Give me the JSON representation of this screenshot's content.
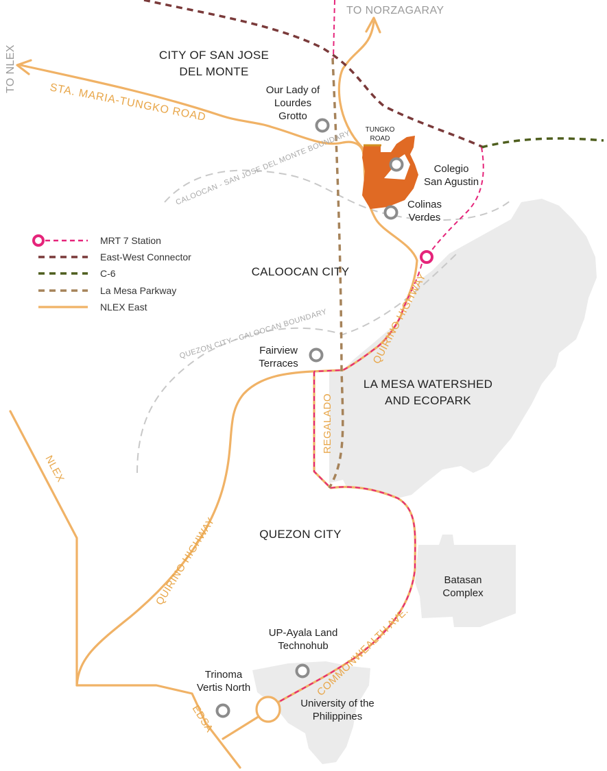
{
  "map": {
    "regions": {
      "san_jose": [
        "CITY OF SAN JOSE",
        "DEL MONTE"
      ],
      "caloocan": "CALOOCAN CITY",
      "quezon": "QUEZON CITY",
      "watershed": [
        "LA MESA WATERSHED",
        "AND ECOPARK"
      ]
    },
    "roads": {
      "to_norzagaray": "TO NORZAGARAY",
      "to_nlex": "TO NLEX",
      "sta_maria": "STA. MARIA-TUNGKO ROAD",
      "tungko": [
        "TUNGKO",
        "ROAD"
      ],
      "quirino_north": "QUIRINO HIGHWAY",
      "quirino_south": "QUIRINO HIGHWAY",
      "regalado": "REGALADO",
      "nlex": "NLEX",
      "commonwealth": "COMMONWEALTH AVE.",
      "edsa": "EDSA"
    },
    "boundaries": {
      "caloocan_sjdm": "CALOOCAN - SAN JOSE DEL MONTE BOUNDARY",
      "qc_caloocan": "QUEZON CITY - CALOOCAN BOUNDARY"
    },
    "landmarks": {
      "lourdes": [
        "Our Lady of",
        "Lourdes",
        "Grotto"
      ],
      "colegio": [
        "Colegio",
        "San Agustin"
      ],
      "colinas": [
        "Colinas",
        "Verdes"
      ],
      "fairview": [
        "Fairview",
        "Terraces"
      ],
      "batasan": [
        "Batasan",
        "Complex"
      ],
      "technohub": [
        "UP-Ayala Land",
        "Technohub"
      ],
      "trinoma": [
        "Trinoma",
        "Vertis North"
      ],
      "up": [
        "University of the",
        "Philippines"
      ]
    }
  },
  "legend": [
    {
      "label": "MRT 7 Station",
      "color": "#e5247a",
      "style": "station"
    },
    {
      "label": "East-West Connector",
      "color": "#7a3a3a",
      "style": "dashed"
    },
    {
      "label": "C-6",
      "color": "#4e5e1e",
      "style": "dashed"
    },
    {
      "label": "La Mesa Parkway",
      "color": "#a6835a",
      "style": "dashed"
    },
    {
      "label": "NLEX East",
      "color": "#f0b266",
      "style": "solid"
    }
  ],
  "colors": {
    "road": "#f0b266",
    "mrt": "#e5247a",
    "east_west": "#7a3a3a",
    "c6": "#4e5e1e",
    "parkway": "#a6835a",
    "development": "#e06a24",
    "area_fill": "#ebebeb",
    "boundary": "#c8c8c8",
    "landmark_ring": "#8c8c8c"
  }
}
